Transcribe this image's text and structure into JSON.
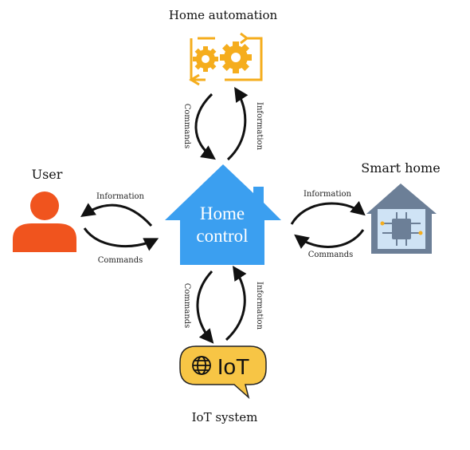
{
  "nodes": {
    "home_automation": {
      "label": "Home automation"
    },
    "user": {
      "label": "User"
    },
    "smart_home": {
      "label": "Smart home"
    },
    "iot": {
      "label": "IoT system",
      "bubble_text": "IoT"
    },
    "home_control": {
      "line1": "Home",
      "line2": "control"
    }
  },
  "edges": {
    "top": {
      "left_label": "Commands",
      "right_label": "Information"
    },
    "left": {
      "top_label": "Information",
      "bottom_label": "Commands"
    },
    "right": {
      "top_label": "Information",
      "bottom_label": "Commands"
    },
    "bottom": {
      "left_label": "Commands",
      "right_label": "Information"
    }
  },
  "colors": {
    "home_control": "#3b9ff0",
    "user": "#f0541e",
    "automation": "#f5ad1d",
    "iot_bubble": "#f7c545",
    "smart_home": "#6c7f97"
  }
}
